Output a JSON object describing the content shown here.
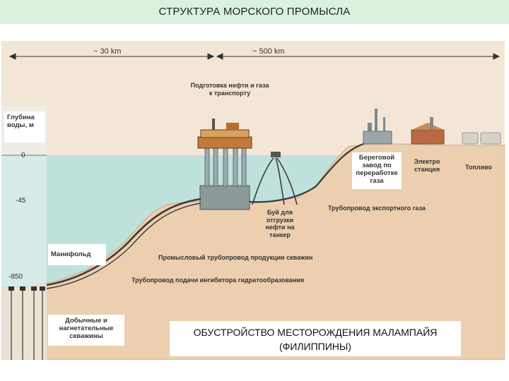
{
  "title": "СТРУКТУРА МОРСКОГО ПРОМЫСЛА",
  "distances": {
    "left": "~ 30 km",
    "right": "~ 500 km"
  },
  "depth": {
    "heading_line1": "Глубина",
    "heading_line2": "воды, м",
    "ticks": [
      "0",
      "-45",
      "-850"
    ]
  },
  "labels": {
    "processing_line1": "Подготовка нефти и газа",
    "processing_line2": "к транспорту",
    "gas_plant": [
      "Береговой",
      "завод по",
      "переработке",
      "газа"
    ],
    "power_station": [
      "Электро",
      "станция"
    ],
    "fuel": "Топливо",
    "export_pipeline": "Трубопровод экспортного газа",
    "buoy": [
      "Буй для",
      "отгрузки",
      "нефти на",
      "танкер"
    ],
    "manifold": "Манифольд",
    "field_pipeline": "Промысловый трубопровод продукции скважин",
    "inhibitor_pipeline": "Трубопровод подачи ингибитора гидратообразования",
    "wells": [
      "Добычные и",
      "нагнетательные",
      "скважины"
    ]
  },
  "caption": {
    "line1": "ОБУСТРОЙСТВО МЕСТОРОЖДЕНИЯ МАЛАМПАЙЯ",
    "line2": "(ФИЛИППИНЫ)"
  },
  "colors": {
    "sky": "#f3e6d6",
    "sea": "#bfe1dc",
    "seabed": "#eccfae",
    "title_band": "#d9f1dd",
    "pipe": "#3a3a3a"
  }
}
